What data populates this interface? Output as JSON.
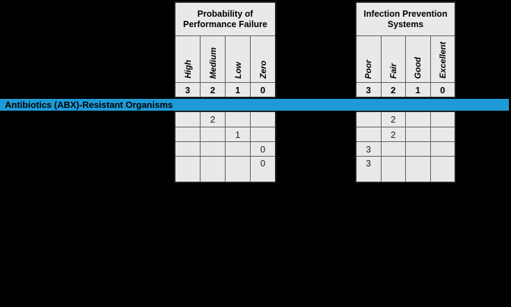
{
  "page": {
    "background": "#000000",
    "cell_background": "#E9E9E9"
  },
  "banner": {
    "label": "Antibiotics (ABX)-Resistant Organisms",
    "color": "#1E9AD6"
  },
  "left_table": {
    "title": "Probability of\nPerformance Failure",
    "columns": [
      {
        "label": "High",
        "score": "3"
      },
      {
        "label": "Medium",
        "score": "2"
      },
      {
        "label": "Low",
        "score": "1"
      },
      {
        "label": "Zero",
        "score": "0"
      }
    ],
    "rows": [
      [
        "",
        "2",
        "",
        ""
      ],
      [
        "",
        "",
        "1",
        ""
      ],
      [
        "",
        "",
        "",
        "0"
      ],
      [
        "",
        "",
        "",
        "0"
      ]
    ]
  },
  "right_table": {
    "title": "Infection Prevention\nSystems",
    "columns": [
      {
        "label": "Poor",
        "score": "3"
      },
      {
        "label": "Fair",
        "score": "2"
      },
      {
        "label": "Good",
        "score": "1"
      },
      {
        "label": "Excellent",
        "score": "0"
      }
    ],
    "rows": [
      [
        "",
        "2",
        "",
        ""
      ],
      [
        "",
        "2",
        "",
        ""
      ],
      [
        "3",
        "",
        "",
        ""
      ],
      [
        "3",
        "",
        "",
        ""
      ]
    ]
  }
}
